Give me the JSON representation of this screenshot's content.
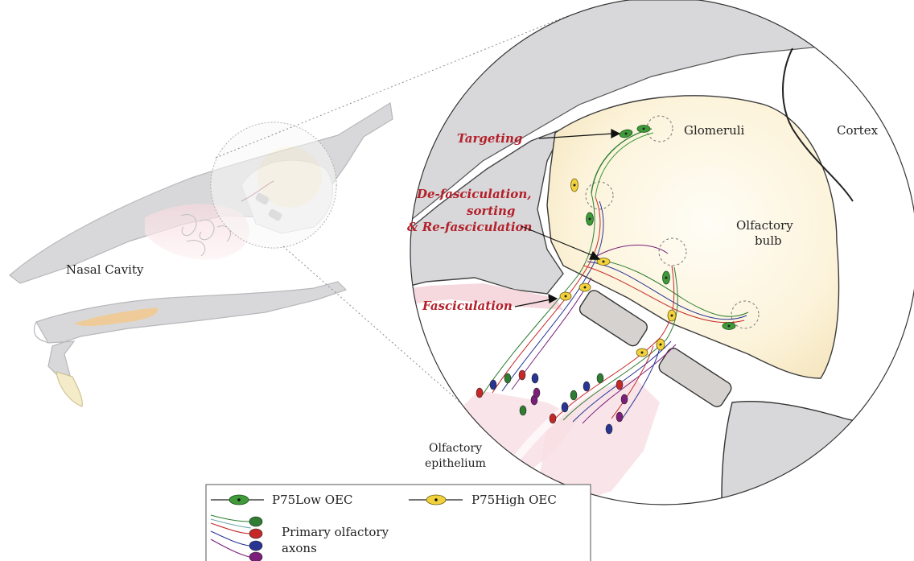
{
  "labels": {
    "nasal_cavity": "Nasal Cavity",
    "glomeruli": "Glomeruli",
    "cortex": "Cortex",
    "olfactory_bulb_1": "Olfactory",
    "olfactory_bulb_2": "bulb",
    "epithelium_1": "Olfactory",
    "epithelium_2": "epithelium"
  },
  "process_labels": {
    "targeting": "Targeting",
    "defasc_1": "De-fasciculation,",
    "defasc_2": "sorting",
    "defasc_3": "& Re-fasciculation",
    "fasciculation": "Fasciculation"
  },
  "legend": {
    "p75low": "P75Low OEC",
    "p75high": "P75High OEC",
    "axons_1": "Primary olfactory",
    "axons_2": "axons"
  },
  "colors": {
    "process_text": "#b3202a",
    "oec_low": "#3f9a3a",
    "oec_high": "#f2d23c",
    "neuron_green": "#2e7d32",
    "neuron_red": "#c62828",
    "neuron_blue": "#283593",
    "neuron_purple": "#7b1f7a",
    "bone_gray": "#d8d8da",
    "bulb_cream": "#fbf3dc"
  }
}
